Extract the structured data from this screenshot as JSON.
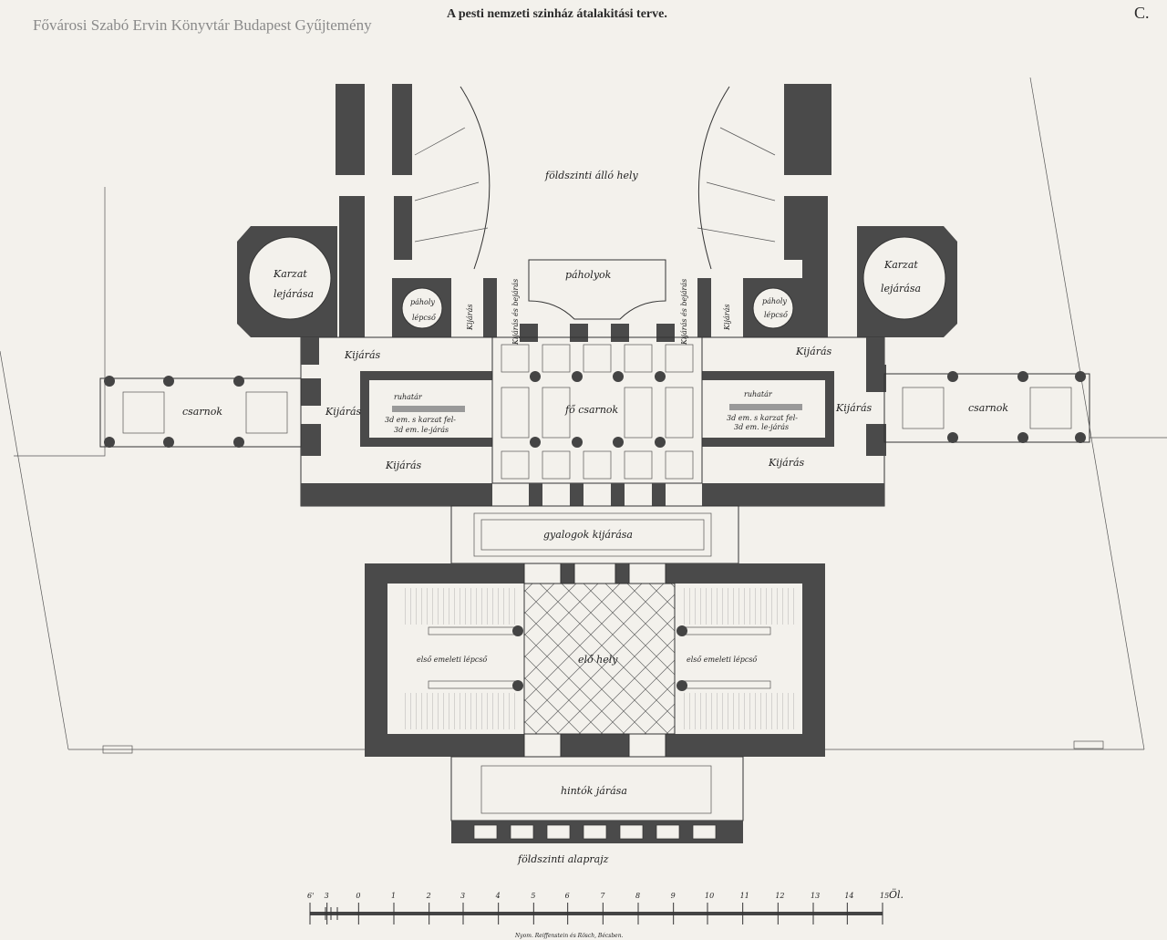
{
  "watermark": "Fővárosi Szabó Ervin Könyvtár Budapest Gyűjtemény",
  "title": "A pesti nemzeti szinház átalakitási terve.",
  "plate_letter": "C.",
  "rooms": {
    "standing": "földszinti álló hely",
    "boxes": "páholyok",
    "gallery_stair_left": "Karzat",
    "gallery_stair_left2": "lejárása",
    "gallery_stair_right": "Karzat",
    "gallery_stair_right2": "lejárása",
    "box_stair": "páholy",
    "box_stair2": "lépcső",
    "exit_vertical": "Kijárás",
    "exit_entry": "Kijárás és bejárás",
    "exit": "Kijárás",
    "hall_side": "csarnok",
    "cloakroom": "ruhatár",
    "gallery_up": "3d em. s karzat fel-",
    "gallery_down": "3d em. le-járás",
    "main_hall": "fő csarnok",
    "pedestrian_exit": "gyalogok kijárása",
    "first_floor_stair": "első emeleti lépcső",
    "front_area": "elő hely",
    "carriage_way": "hintók járása",
    "plan_caption": "földszinti alaprajz"
  },
  "scale": {
    "ticks": [
      "6'",
      "3",
      "0",
      "1",
      "2",
      "3",
      "4",
      "5",
      "6",
      "7",
      "8",
      "9",
      "10",
      "11",
      "12",
      "13",
      "14",
      "15"
    ],
    "unit": "Öl."
  },
  "imprint": "Nyom. Reiffenstein és Rösch, Bécsben."
}
